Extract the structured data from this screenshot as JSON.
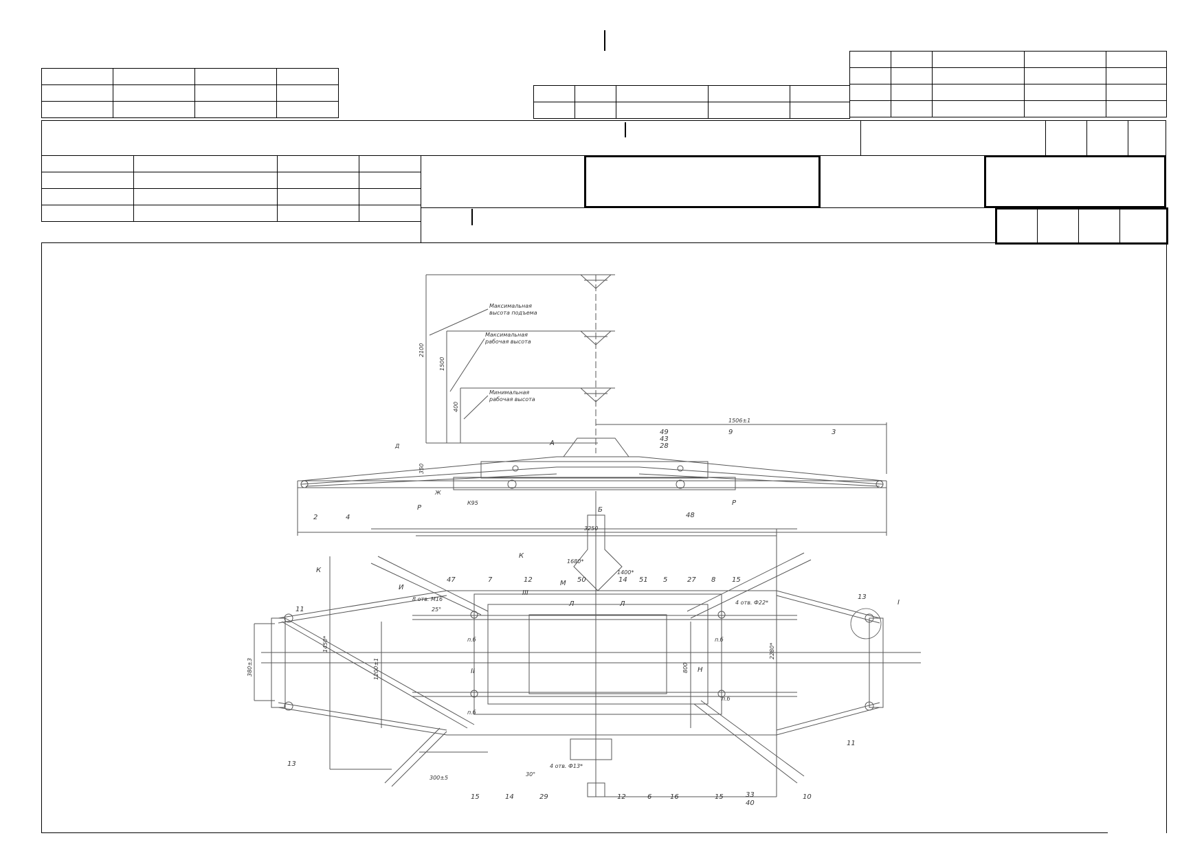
{
  "drawing": {
    "elevation_notes": [
      "Максимальная",
      "высота подъема",
      "Максимальная",
      "рабочая высота",
      "Минимальная",
      "рабочая высота"
    ],
    "elevation_dims": [
      "2100",
      "1500",
      "400"
    ],
    "top_dims": {
      "overall": "3250",
      "half": "1506±1",
      "left_marks": [
        "Д",
        "350",
        "Ж",
        "К95"
      ],
      "letters": [
        "А",
        "Б",
        "Р",
        "Р"
      ]
    },
    "top_callouts": [
      "49",
      "43",
      "28",
      "9",
      "3",
      "2",
      "4",
      "48"
    ],
    "plan_dims": {
      "width": "1680*",
      "inner": "1400*",
      "height": "1450*",
      "right": "2280*",
      "left": "380±3",
      "bottom": "300±5",
      "center": "1200±1",
      "side": "800"
    },
    "plan_notes": [
      "8 отв. М16",
      "4 отв. Ф22*",
      "4 отв. Ф13*",
      "25°",
      "30°",
      "п.б",
      "п.б",
      "п.б",
      "п.б"
    ],
    "plan_letters": [
      "К",
      "К",
      "И",
      "М",
      "Л",
      "Л",
      "Н",
      "III",
      "II",
      "I"
    ],
    "plan_callouts": [
      "47",
      "7",
      "12",
      "50",
      "14",
      "51",
      "5",
      "27",
      "8",
      "15",
      "11",
      "13",
      "13",
      "11",
      "15",
      "14",
      "29",
      "12",
      "6",
      "16",
      "15",
      "33",
      "40",
      "10"
    ]
  }
}
